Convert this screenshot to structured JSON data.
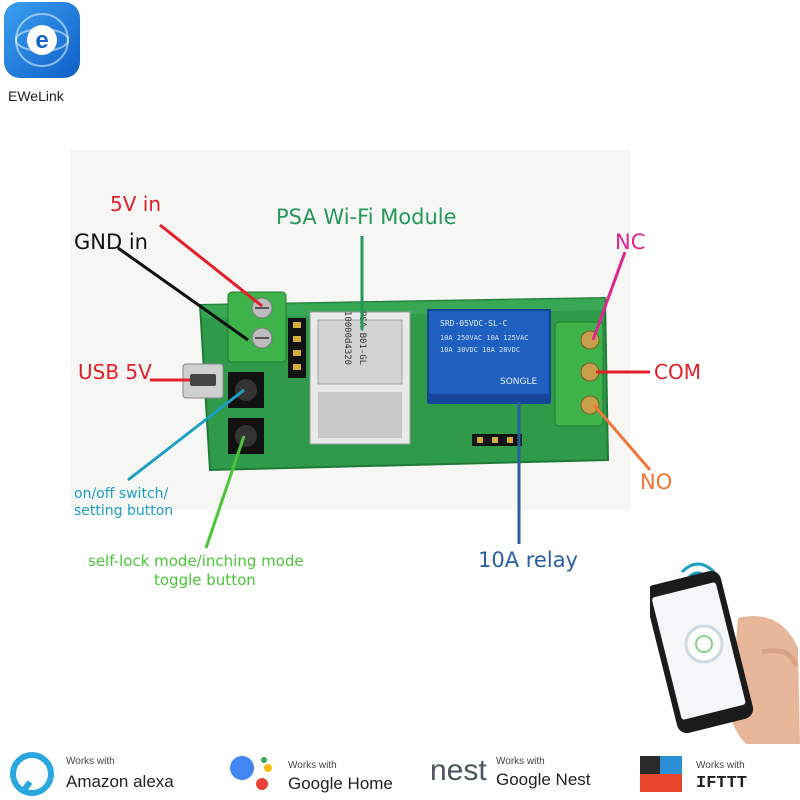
{
  "brand": {
    "logo_letter": "e",
    "name": "EWeLink"
  },
  "labels": {
    "five_v_in": "5V in",
    "gnd_in": "GND in",
    "usb_5v": "USB 5V",
    "module": "PSA Wi-Fi Module",
    "nc": "NC",
    "com": "COM",
    "no": "NO",
    "switch_line1": "on/off switch/",
    "switch_line2": "setting button",
    "toggle_line1": "self-lock mode/inching mode",
    "toggle_line2a": "toggle",
    "toggle_line2b": "button",
    "relay": "10A relay"
  },
  "board_print": {
    "module_line1": "PSA-B01-GL",
    "module_line2": "10000d4320",
    "relay_model": "SRD-05VDC-SL-C",
    "relay_specs": [
      "10A 250VAC 10A 125VAC",
      "10A 30VDC 10A 28VDC"
    ],
    "relay_brand": "SONGLE"
  },
  "badges": [
    {
      "small": "Works with",
      "big": "Amazon alexa",
      "icon": "alexa-icon"
    },
    {
      "small": "Works with",
      "big": "Google Home",
      "icon": "google-assistant-icon"
    },
    {
      "small": "Works with",
      "big": "Google Nest",
      "icon": "nest-icon",
      "logo_text": "nest"
    },
    {
      "small": "Works with",
      "big": "IFTTT",
      "icon": "ifttt-icon"
    }
  ],
  "colors": {
    "red": "#e3202a",
    "black": "#111111",
    "green": "#25985a",
    "magenta": "#e0258f",
    "orange": "#f2743a",
    "cyan": "#1c9fc4",
    "lime": "#4bc638",
    "blue": "#2a5fa3",
    "pcb": "#2f9a4a",
    "relay": "#1f5fc0"
  }
}
